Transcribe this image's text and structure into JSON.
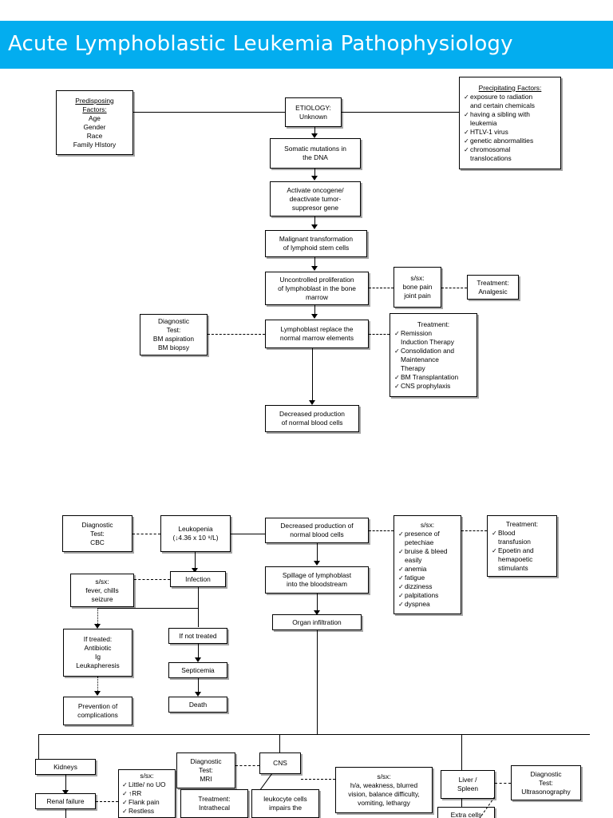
{
  "header": {
    "title": "Acute Lymphoblastic Leukemia Pathophysiology",
    "banner_color": "#03ADEF",
    "text_color": "#FFFFFF"
  },
  "section1": {
    "predisposing": {
      "title_l1": "Predisposing",
      "title_l2": "Factors:",
      "items": [
        "Age",
        "Gender",
        "Race",
        "Family HIstory"
      ]
    },
    "etiology": {
      "l1": "ETIOLOGY:",
      "l2": "Unknown"
    },
    "precipitating": {
      "title": "Precipitating Factors:",
      "items": [
        "exposure to radiation",
        "and certain chemicals",
        "having a sibling with",
        "leukemia",
        "HTLV-1 virus",
        "genetic abnormalities",
        " chromosomal",
        "translocations"
      ],
      "bulleted": [
        true,
        false,
        true,
        false,
        true,
        true,
        true,
        false
      ]
    },
    "somatic": {
      "l1": "Somatic mutations in",
      "l2": "the DNA"
    },
    "activate": {
      "l1": "Activate oncogene/",
      "l2": "deactivate tumor-",
      "l3": "suppresor gene"
    },
    "malignant": {
      "l1": "Malignant transformation",
      "l2": "of lymphoid stem cells"
    },
    "uncontrolled": {
      "l1": "Uncontrolled proliferation",
      "l2": "of lymphoblast in the bone",
      "l3": "marrow"
    },
    "ssx_bone": {
      "l1": "s/sx:",
      "l2": "bone pain",
      "l3": "joint pain"
    },
    "tx_analgesic": {
      "l1": "Treatment:",
      "l2": "Analgesic"
    },
    "dx_bm": {
      "l1": "Diagnostic",
      "l2": "Test:",
      "l3": "BM aspiration",
      "l4": "BM biopsy"
    },
    "lymphoblast_replace": {
      "l1": "Lymphoblast replace the",
      "l2": "normal marrow elements"
    },
    "tx_main": {
      "title": "Treatment:",
      "items": [
        "Remission",
        "Induction Therapy",
        "Consolidation and",
        "Maintenance",
        "Therapy",
        "BM Transplantation",
        "CNS prophylaxis"
      ],
      "bulleted": [
        true,
        false,
        true,
        false,
        false,
        true,
        true
      ]
    },
    "decreased_prod": {
      "l1": "Decreased production",
      "l2": "of normal blood cells"
    }
  },
  "section2": {
    "dx_cbc": {
      "l1": "Diagnostic",
      "l2": "Test:",
      "l3": "CBC"
    },
    "leukopenia": {
      "l1": "Leukopenia",
      "l2": "(↓4.36 x 10 ⁹/L)"
    },
    "decreased_prod2": {
      "l1": "Decreased production of",
      "l2": "normal blood cells"
    },
    "ssx_blood": {
      "title": "s/sx:",
      "items": [
        "presence of",
        "petechiae",
        "bruise & bleed",
        "easily",
        "anemia",
        "fatigue",
        "dizziness",
        "palpitations",
        "dyspnea"
      ],
      "bulleted": [
        true,
        false,
        true,
        false,
        true,
        true,
        true,
        true,
        true
      ]
    },
    "tx_blood": {
      "title": "Treatment:",
      "items": [
        "Blood",
        "transfusion",
        "Epoetin and",
        "hemapoetic",
        "stimulants"
      ],
      "bulleted": [
        true,
        false,
        true,
        false,
        false
      ]
    },
    "ssx_fever": {
      "l1": "s/sx:",
      "l2": "fever, chills",
      "l3": "seizure"
    },
    "infection": {
      "l1": "Infection"
    },
    "spillage": {
      "l1": "Spillage of lymphoblast",
      "l2": "into the bloodstream"
    },
    "if_treated": {
      "l1": "If treated:",
      "l2": "Antibiotic",
      "l3": "Ig",
      "l4": "Leukapheresis"
    },
    "if_not_treated": {
      "l1": "If not treated"
    },
    "organ_infiltration": {
      "l1": "Organ infiltration"
    },
    "septicemia": {
      "l1": "Septicemia"
    },
    "prevention": {
      "l1": "Prevention of",
      "l2": "complications"
    },
    "death": {
      "l1": "Death"
    }
  },
  "section3": {
    "kidneys": {
      "l1": "Kidneys"
    },
    "renal_failure": {
      "l1": "Renal failure"
    },
    "ssx_renal": {
      "title": "s/sx:",
      "items": [
        "Little/ no UO",
        "↑RR",
        "Flank pain",
        "Restless"
      ],
      "bulleted": [
        true,
        true,
        true,
        true
      ]
    },
    "dx_mri": {
      "l1": "Diagnostic",
      "l2": "Test:",
      "l3": "MRI"
    },
    "cns": {
      "l1": "CNS"
    },
    "tx_intrathecal": {
      "l1": "Treatment:",
      "l2": "Intrathecal"
    },
    "leukocyte": {
      "l1": "leukocyte cells",
      "l2": "impairs the"
    },
    "ssx_cns": {
      "l1": "s/sx:",
      "l2": "h/a, weakness, blurred",
      "l3": "vision, balance difficulty,",
      "l4": "vomiting, lethargy"
    },
    "liver_spleen": {
      "l1": "Liver /",
      "l2": "Spleen"
    },
    "dx_ultrasound": {
      "l1": "Diagnostic",
      "l2": "Test:",
      "l3": "Ultrasonography"
    },
    "extra_cells": {
      "l1": "Extra cells"
    }
  }
}
